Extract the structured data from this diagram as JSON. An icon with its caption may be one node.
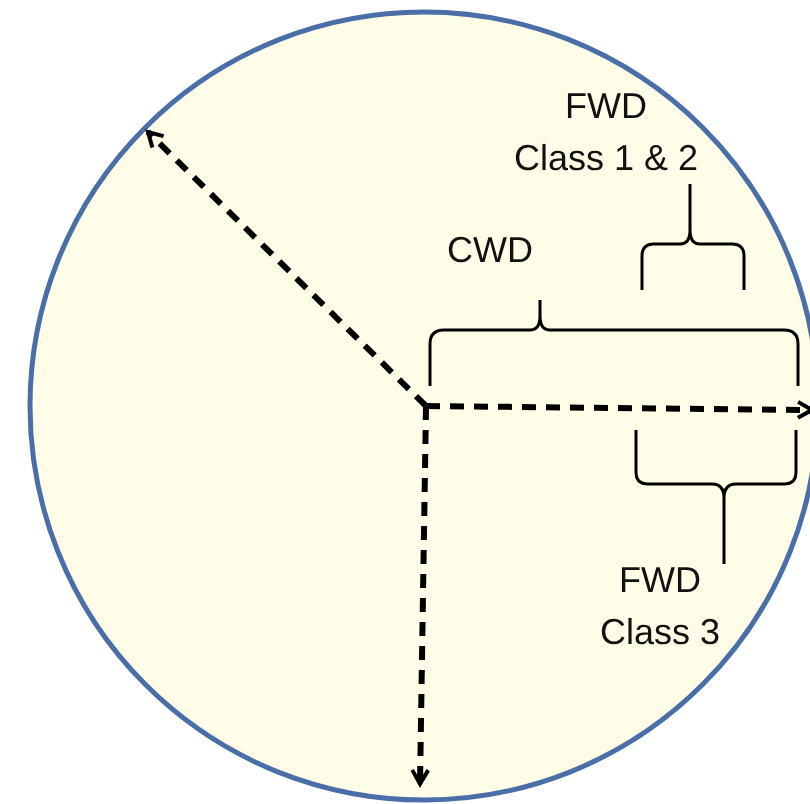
{
  "diagram": {
    "labels": [
      "FWD Class 1 & 2",
      "CWD",
      "FWD Class 3"
    ]
  }
}
